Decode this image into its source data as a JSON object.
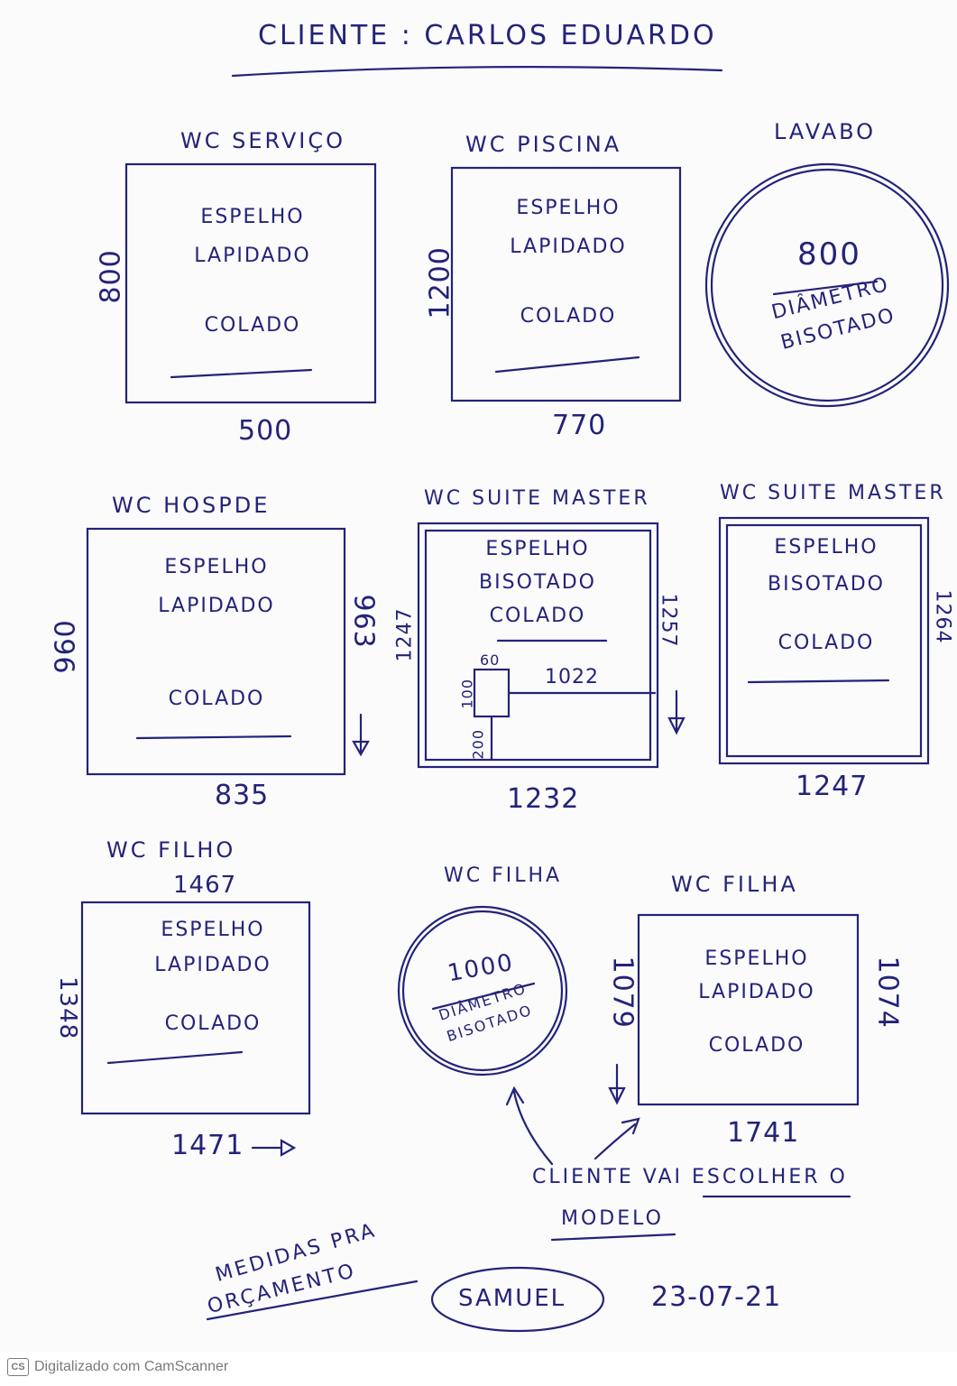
{
  "header": {
    "client_line": "CLIENTE : CARLOS EDUARDO"
  },
  "rooms": [
    {
      "name": "WC SERVIÇO",
      "lines": [
        "ESPELHO",
        "LAPIDADO",
        "COLADO"
      ],
      "width": "500",
      "height": "800"
    },
    {
      "name": "WC PISCINA",
      "lines": [
        "ESPELHO",
        "LAPIDADO",
        "COLADO"
      ],
      "width": "770",
      "height": "1200"
    },
    {
      "name": "LAVABO",
      "lines": [
        "800",
        "DIÂMETRO",
        "BISOTADO"
      ]
    },
    {
      "name": "WC HOSPDE",
      "lines": [
        "ESPELHO",
        "LAPIDADO",
        "COLADO"
      ],
      "width": "835",
      "height_left": "960",
      "height_right": "963"
    },
    {
      "name": "WC SUITE MASTER",
      "lines": [
        "ESPELHO",
        "BISOTADO",
        "COLADO"
      ],
      "width": "1232",
      "height_left": "1247",
      "height_right": "1257",
      "detail": {
        "w": "60",
        "h": "100",
        "offset_bottom": "200",
        "offset_right": "1022"
      }
    },
    {
      "name": "WC SUITE MASTER",
      "lines": [
        "ESPELHO",
        "BISOTADO",
        "COLADO"
      ],
      "width": "1247",
      "height_right": "1264"
    },
    {
      "name": "WC FILHO",
      "lines": [
        "ESPELHO",
        "LAPIDADO",
        "COLADO"
      ],
      "width_top": "1467",
      "width_bottom": "1471",
      "height": "1348"
    },
    {
      "name": "WC FILHA",
      "lines": [
        "1000",
        "DIÂMETRO",
        "BISOTADO"
      ]
    },
    {
      "name": "WC FILHA",
      "lines": [
        "ESPELHO",
        "LAPIDADO",
        "COLADO"
      ],
      "width": "1741",
      "height_left": "1079",
      "height_right": "1074"
    }
  ],
  "note": {
    "line1": "CLIENTE VAI ESCOLHER O",
    "line2": "MODELO"
  },
  "footer_note": {
    "line1": "MEDIDAS PRA",
    "line2": "ORÇAMENTO"
  },
  "signature": "SAMUEL",
  "date": "23-07-21",
  "scanner": {
    "badge": "CS",
    "text": "Digitalizado com CamScanner"
  },
  "ink_color": "#23237a"
}
